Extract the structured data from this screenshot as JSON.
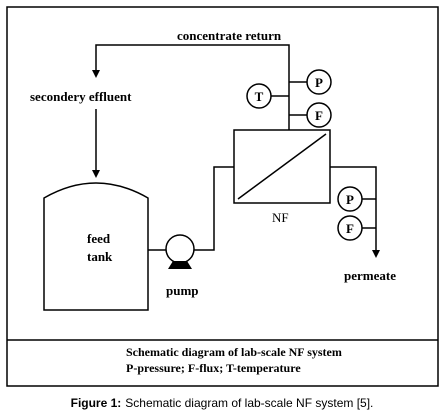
{
  "diagram": {
    "labels": {
      "concentrate_return": "concentrate return",
      "secondary_effluent": "secondery effluent",
      "feed_tank_line1": "feed",
      "feed_tank_line2": "tank",
      "pump": "pump",
      "nf": "NF",
      "permeate": "permeate"
    },
    "gauges": {
      "temperature": "T",
      "pressure_top": "P",
      "flux_top": "F",
      "pressure_permeate": "P",
      "flux_permeate": "F"
    },
    "legend": {
      "title": "Schematic diagram of lab-scale NF system",
      "abbreviations": "P-pressure; F-flux; T-temperature"
    }
  },
  "caption": {
    "prefix": "Figure 1:",
    "text": "Schematic diagram of lab-scale NF system [5]."
  }
}
